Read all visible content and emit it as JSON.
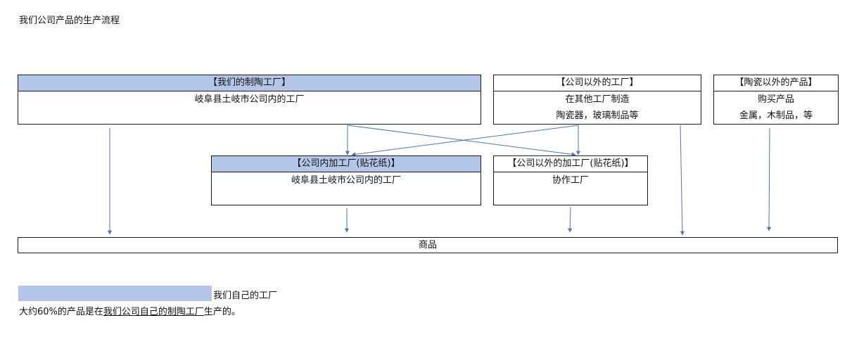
{
  "title": "我们公司产品的生产流程",
  "boxes": {
    "own_factory": {
      "header": "【我们的制陶工厂】",
      "lines": [
        "岐阜县土岐市公司内的工厂"
      ]
    },
    "outside_factory": {
      "header": "【公司以外的工厂】",
      "lines": [
        "在其他工厂制造",
        "陶瓷器，玻璃制品等"
      ]
    },
    "non_ceramic": {
      "header": "【陶瓷以外的产品】",
      "lines": [
        "购买产品",
        "金属，木制品，等"
      ]
    },
    "inhouse_processing": {
      "header": "【公司内加工厂(贴花纸)】",
      "lines": [
        "岐阜县土岐市公司内的工厂"
      ]
    },
    "outside_processing": {
      "header": "【公司以外的加工厂(贴花纸)】",
      "lines": [
        "协作工厂"
      ]
    }
  },
  "product": "商品",
  "legend": {
    "label": "我们自己的工厂",
    "color": "#b4c6e7"
  },
  "note": {
    "before": "大约60%的产品是在",
    "underlined": "我们公司自己的制陶工厂",
    "after": "生产的。"
  },
  "colors": {
    "arrow": "#4f73b5",
    "highlight": "#b4c6e7",
    "border": "#1a1a1a"
  }
}
